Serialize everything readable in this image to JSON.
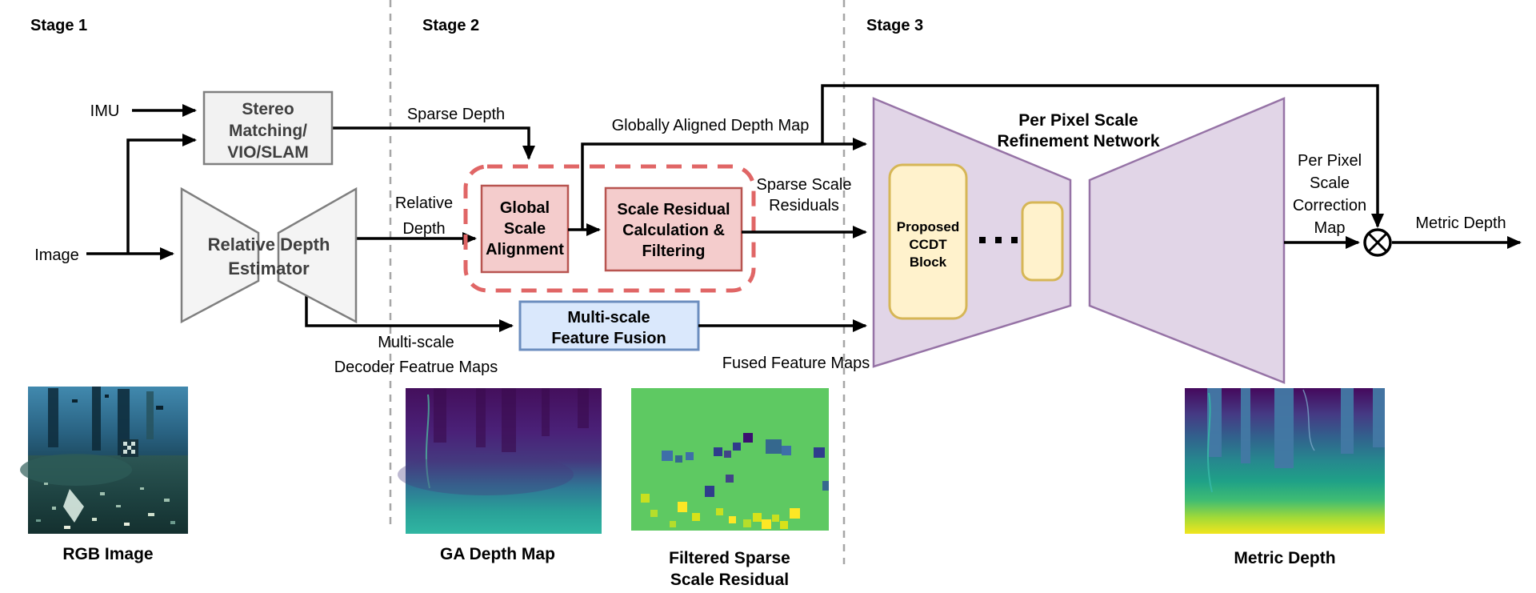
{
  "stage_labels": [
    "Stage 1",
    "Stage 2",
    "Stage 3"
  ],
  "inputs": {
    "imu": "IMU",
    "image": "Image"
  },
  "stage1": {
    "stereo_box": [
      "Stereo",
      "Matching/",
      "VIO/SLAM"
    ],
    "estimator": [
      "Relative Depth",
      "Estimator"
    ]
  },
  "stage2": {
    "global_scale_box": [
      "Global",
      "Scale",
      "Alignment"
    ],
    "scale_residual_box": [
      "Scale Residual",
      "Calculation &",
      "Filtering"
    ],
    "fusion_box": [
      "Multi-scale",
      "Feature Fusion"
    ]
  },
  "stage3": {
    "network_title": [
      "Per Pixel Scale",
      "Refinement Network"
    ],
    "ccdt_block": [
      "Proposed",
      "CCDT",
      "Block"
    ],
    "ellipsis": "· · ·"
  },
  "flow_labels": {
    "sparse_depth": "Sparse Depth",
    "relative_depth": [
      "Relative",
      "Depth"
    ],
    "globally_aligned_depth_map": "Globally Aligned Depth Map",
    "sparse_scale_residuals": [
      "Sparse Scale",
      "Residuals"
    ],
    "multiscale_decoder_maps": [
      "Multi-scale",
      "Decoder Featrue Maps"
    ],
    "fused_feature_maps": "Fused Feature Maps",
    "per_pixel_scale_correction_map": [
      "Per Pixel",
      "Scale",
      "Correction",
      "Map"
    ],
    "metric_depth": "Metric Depth"
  },
  "captions": {
    "rgb": "RGB Image",
    "ga_depth": "GA Depth Map",
    "filtered_residual": [
      "Filtered Sparse",
      "Scale Residual"
    ],
    "metric_depth": "Metric Depth"
  },
  "operator": {
    "multiply": "circle-times"
  },
  "colors": {
    "stage_divider": "#a6a6a6",
    "neutral_box_fill": "#f2f2f2",
    "neutral_box_stroke": "#7f7f7f",
    "pink_fill": "#f4cccc",
    "pink_stroke": "#b85450",
    "dashed_group_stroke": "#e06666",
    "blue_fill": "#dae8fc",
    "blue_stroke": "#6c8ebf",
    "purple_fill": "#e1d5e7",
    "purple_stroke": "#9673a6",
    "yellow_fill": "#fff2cc",
    "yellow_stroke": "#d6b656",
    "arrow": "#000000",
    "residual_bg": "#5ec962"
  }
}
